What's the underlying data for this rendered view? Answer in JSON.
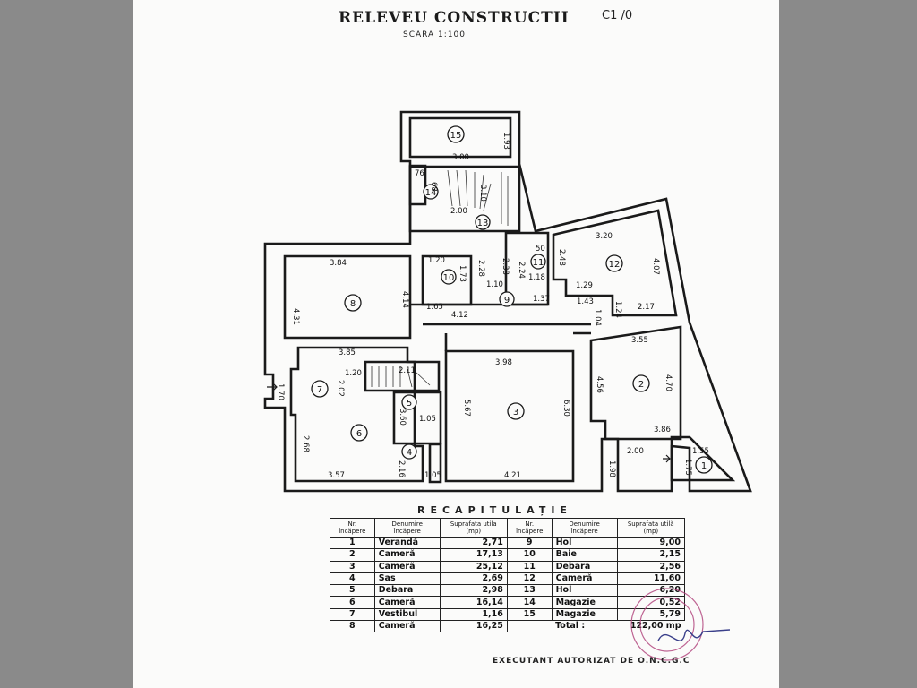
{
  "header": {
    "title": "RELEVEU CONSTRUCTII",
    "ref": "C1 /0",
    "scale": "SCARA 1:100"
  },
  "plan": {
    "room_numbers": [
      "1",
      "2",
      "3",
      "4",
      "5",
      "6",
      "7",
      "8",
      "9",
      "10",
      "11",
      "12",
      "13",
      "14",
      "15"
    ],
    "dimensions": [
      "3.00",
      "1.93",
      "76",
      "68",
      "2.00",
      "3.10",
      "50",
      "3.20",
      "1.20",
      "2.28",
      "2.38",
      "2.24",
      "2.48",
      "4.07",
      "3.84",
      "1.73",
      "1.10",
      "1.18",
      "1.29",
      "1.37",
      "1.43",
      "4.31",
      "4.14",
      "1.65",
      "4.12",
      "1.04",
      "1.24",
      "2.17",
      "3.85",
      "3.55",
      "1.20",
      "2.11",
      "3.98",
      "4.56",
      "4.70",
      "2.02",
      "1.70",
      "5.67",
      "6.30",
      "3.60",
      "1.05",
      "3.86",
      "2.68",
      "2.16",
      "2.00",
      "1.55",
      "3.57",
      "1.05",
      "4.21",
      "1.98",
      "1.75"
    ]
  },
  "recap": {
    "title": "RECAPITULAȚIE",
    "headers": {
      "nr": "Nr. încăpere",
      "denumire": "Denumire încăpere",
      "suprafata_left": "Suprafata utila (mp)",
      "suprafata_right": "Suprafata utilă (mp)"
    },
    "rows": [
      {
        "nr": "1",
        "name": "Verandă",
        "area": "2,71",
        "nr2": "9",
        "name2": "Hol",
        "area2": "9,00"
      },
      {
        "nr": "2",
        "name": "Cameră",
        "area": "17,13",
        "nr2": "10",
        "name2": "Baie",
        "area2": "2,15"
      },
      {
        "nr": "3",
        "name": "Cameră",
        "area": "25,12",
        "nr2": "11",
        "name2": "Debara",
        "area2": "2,56"
      },
      {
        "nr": "4",
        "name": "Sas",
        "area": "2,69",
        "nr2": "12",
        "name2": "Cameră",
        "area2": "11,60"
      },
      {
        "nr": "5",
        "name": "Debara",
        "area": "2,98",
        "nr2": "13",
        "name2": "Hol",
        "area2": "6,20"
      },
      {
        "nr": "6",
        "name": "Cameră",
        "area": "16,14",
        "nr2": "14",
        "name2": "Magazie",
        "area2": "0,52"
      },
      {
        "nr": "7",
        "name": "Vestibul",
        "area": "1,16",
        "nr2": "15",
        "name2": "Magazie",
        "area2": "5,79"
      },
      {
        "nr": "8",
        "name": "Cameră",
        "area": "16,25",
        "nr2": "",
        "name2": "Total :",
        "area2": "122,00 mp"
      }
    ]
  },
  "footer": {
    "executant": "EXECUTANT AUTORIZAT DE O.N.C.G.C"
  },
  "colors": {
    "ink": "#1a1a1a",
    "stamp": "#b0407a",
    "signature": "#3a3f8a"
  }
}
